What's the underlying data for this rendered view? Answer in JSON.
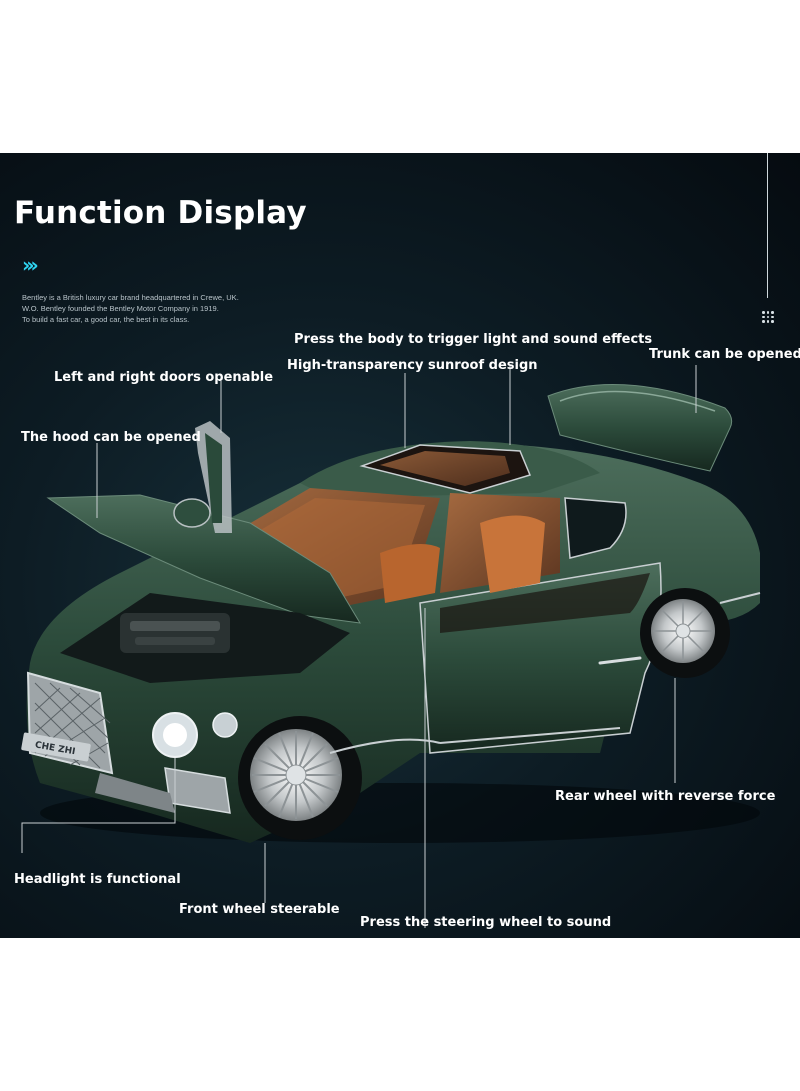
{
  "title": "Function Display",
  "chevrons": "›››",
  "description": [
    "Bentley is a British luxury car brand headquartered in Crewe, UK.",
    "W.O. Bentley founded the Bentley Motor Company in 1919.",
    "To build a fast car, a good car, the best in its class."
  ],
  "labels": {
    "body_light_sound": "Press the body to trigger light and sound effects",
    "sunroof": "High-transparency sunroof design",
    "trunk": "Trunk can be opened",
    "doors": "Left and right doors openable",
    "hood": "The hood can be opened",
    "rear_wheel": "Rear wheel with reverse force",
    "headlight": "Headlight is functional",
    "front_wheel": "Front wheel steerable",
    "steering_wheel": "Press the steering wheel to sound"
  },
  "plate_text": "CHE ZHI",
  "colors": {
    "body": "#2a4a3a",
    "interior": "#c8743a",
    "accent": "#2fd3f0"
  }
}
